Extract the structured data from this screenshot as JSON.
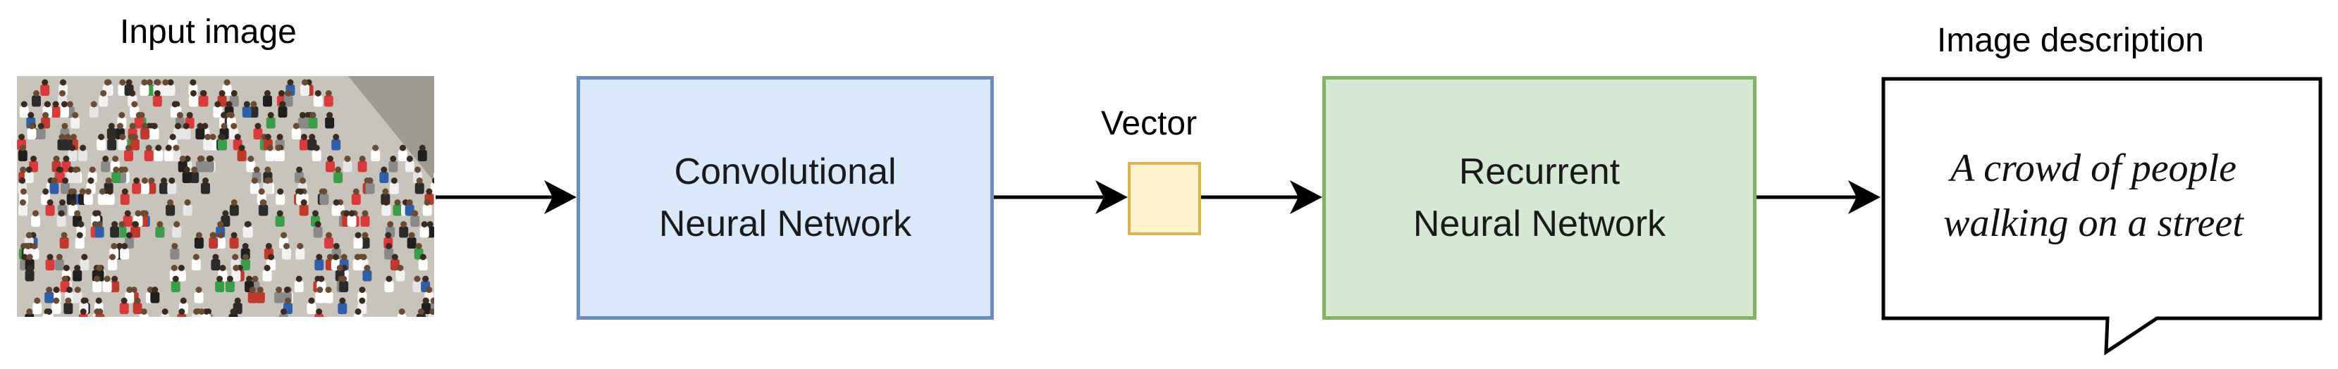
{
  "labels": {
    "input_title": "Input image",
    "vector_title": "Vector",
    "output_title": "Image description"
  },
  "cnn": {
    "line1": "Convolutional",
    "line2": "Neural Network"
  },
  "rnn": {
    "line1": "Recurrent",
    "line2": "Neural Network"
  },
  "description": {
    "line1": "A crowd of people",
    "line2": "walking on a street"
  },
  "colors": {
    "cnn_fill": "#dae8fc",
    "cnn_stroke": "#6c8ebf",
    "rnn_fill": "#d5e8d4",
    "rnn_stroke": "#82b366",
    "vector_fill": "#fff2cc",
    "vector_stroke": "#d6b656",
    "arrow": "#000000"
  }
}
